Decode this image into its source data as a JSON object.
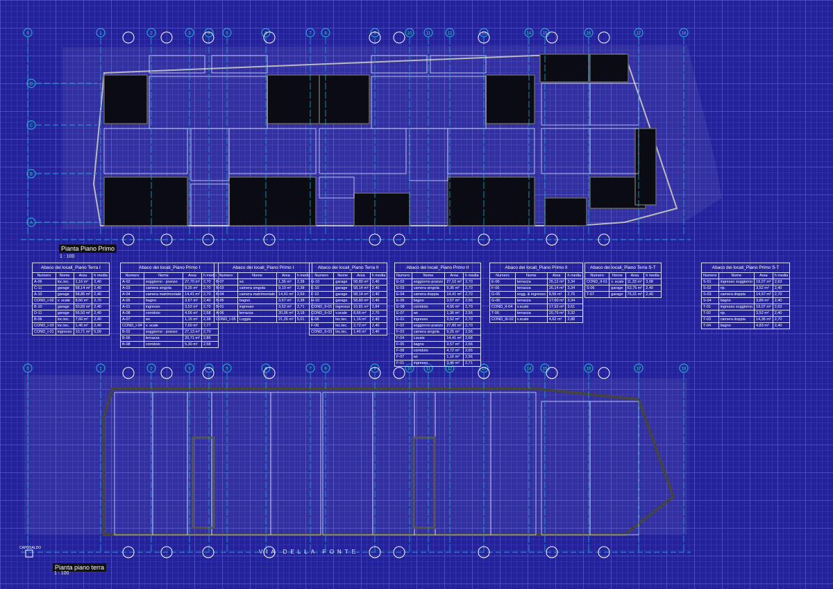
{
  "plans": [
    {
      "title": "Pianta Piano Primo",
      "scale": "1 : 100",
      "column_axes": [
        "0",
        "1",
        "2",
        "3",
        "4",
        "5",
        "6",
        "7",
        "8",
        "9",
        "10",
        "11",
        "12",
        "13",
        "14",
        "15",
        "16",
        "17",
        "18"
      ],
      "row_axes": [
        "A",
        "B",
        "C",
        "D"
      ]
    },
    {
      "title": "Pianta piano terra",
      "scale": "1 : 100",
      "column_axes": [
        "0",
        "1",
        "2",
        "3",
        "4",
        "5",
        "6",
        "7",
        "8",
        "9",
        "10",
        "11",
        "12",
        "13",
        "14",
        "15",
        "16",
        "17",
        "18"
      ],
      "street_label": "VIA DELLA FONTE",
      "benchmark_label": "CAPOSALDO"
    }
  ],
  "headers": [
    "Numero",
    "Nome",
    "Area",
    "h media"
  ],
  "tables": [
    {
      "title": "Abaco dei locali_Piano Terra I",
      "rows": [
        [
          "A-06",
          "loc.tec.",
          "1,16 m²",
          "2,40"
        ],
        [
          "C-11",
          "garage",
          "58,14 m²",
          "2,40"
        ],
        [
          "A-10",
          "garage",
          "58,86 m²",
          "2,40"
        ],
        [
          "COND_I-02",
          "v. scale",
          "8,66 m²",
          "2,70"
        ],
        [
          "B-10",
          "garage",
          "50,83 m²",
          "2,40"
        ],
        [
          "D-11",
          "garage",
          "56,50 m²",
          "2,40"
        ],
        [
          "B-06",
          "loc.tec.",
          "7,66 m²",
          "2,40"
        ],
        [
          "COND_I-03",
          "loc.tec.",
          "1,46 m²",
          "2,40"
        ],
        [
          "COND_I-01",
          "ingresso",
          "10,71 m²",
          "5,09"
        ]
      ]
    },
    {
      "title": "Abaco dei locali_Piano Primo I",
      "rows": [
        [
          "A-02",
          "soggiorno - pranzo",
          "27,70 m²",
          "2,70"
        ],
        [
          "A-03",
          "camera singola",
          "9,35 m²",
          "2,70"
        ],
        [
          "A-04",
          "camera matrimoniale",
          "14,41 m²",
          "2,70"
        ],
        [
          "A-05",
          "bagno",
          "3,57 m²",
          "2,40"
        ],
        [
          "A-01",
          "ingresso",
          "3,52 m²",
          "2,70"
        ],
        [
          "A-08",
          "corridoio",
          "4,56 m²",
          "2,58"
        ],
        [
          "A-07",
          "wc",
          "1,15 m²",
          "2,38"
        ],
        [
          "COND_I-04",
          "v. scale",
          "7,60 m²",
          "7,77"
        ],
        [
          "B-02",
          "soggiorno - pranzo",
          "27,13 m²",
          "2,70"
        ],
        [
          "B-06",
          "terrazza",
          "20,71 m²",
          "2,86"
        ],
        [
          "B-08",
          "corridoio",
          "5,30 m²",
          "2,58"
        ]
      ]
    },
    {
      "title": "Abaco dei locali_Piano Primo I",
      "rows": [
        [
          "B-07",
          "wc",
          "1,36 m²",
          "2,38"
        ],
        [
          "B-03",
          "camera singola",
          "9,10 m²",
          "2,38"
        ],
        [
          "B-04",
          "camera matrimoniale",
          "14,41 m²",
          "2,69"
        ],
        [
          "B-05",
          "bagno",
          "3,57 m²",
          "2,38"
        ],
        [
          "B-01",
          "ingresso",
          "3,52 m²",
          "2,71"
        ],
        [
          "A-06",
          "terrazza",
          "20,06 m²",
          "3,18"
        ],
        [
          "COND_I-05",
          "Loggia",
          "21,26 m²",
          "5,01"
        ]
      ]
    },
    {
      "title": "Abaco dei locali_Piano Terra II",
      "rows": [
        [
          "G-10",
          "garage",
          "58,80 m²",
          "2,40"
        ],
        [
          "E-10",
          "garage",
          "58,14 m²",
          "2,40"
        ],
        [
          "F-10",
          "garage",
          "58,14 m²",
          "2,40"
        ],
        [
          "H-10",
          "garage",
          "58,80 m²",
          "2,40"
        ],
        [
          "COND_II-01",
          "ingresso",
          "10,81 m²",
          "2,84"
        ],
        [
          "COND_II-02",
          "v.scale",
          "8,66 m²",
          "2,70"
        ],
        [
          "E-06",
          "loc.tec.",
          "1,16 m²",
          "2,40"
        ],
        [
          "F-06",
          "loc.tec.",
          "2,72 m²",
          "2,40"
        ],
        [
          "COND_II-03",
          "loc.tec.",
          "1,46 m²",
          "2,40"
        ]
      ]
    },
    {
      "title": "Abaco dei locali_Piano Primo II",
      "rows": [
        [
          "E-02",
          "soggiorno-pranzo",
          "27,10 m²",
          "2,70"
        ],
        [
          "E-03",
          "camera singola",
          "9,36 m²",
          "2,70"
        ],
        [
          "E-04",
          "camera doppia",
          "14,41 m²",
          "2,70"
        ],
        [
          "E-05",
          "bagno",
          "3,57 m²",
          "2,56"
        ],
        [
          "E-08",
          "corridoio",
          "4,56 m²",
          "2,70"
        ],
        [
          "E-07",
          "wc",
          "1,36 m²",
          "2,56"
        ],
        [
          "E-01",
          "ingresso",
          "3,52 m²",
          "2,70"
        ],
        [
          "F-02",
          "soggiorno-pranzo",
          "27,80 m²",
          "2,70"
        ],
        [
          "F-03",
          "camera singola",
          "9,25 m²",
          "2,56"
        ],
        [
          "F-04",
          "Locale",
          "14,41 m²",
          "2,68"
        ],
        [
          "F-05",
          "bagno",
          "3,57 m²",
          "2,56"
        ],
        [
          "F-08",
          "corridoio",
          "4,72 m²",
          "2,65"
        ],
        [
          "F-07",
          "wc",
          "1,16 m²",
          "2,56"
        ],
        [
          "F-01",
          "ingresso",
          "3,46 m²",
          "2,71"
        ]
      ]
    },
    {
      "title": "Abaco dei locali_Piano Primo II",
      "rows": [
        [
          "E-06",
          "terrazza",
          "26,12 m²",
          "3,34"
        ],
        [
          "F-06",
          "terrazza",
          "26,14 m²",
          "3,34"
        ],
        [
          "G-05",
          "sogg. & ingresso",
          "8,56 m²",
          "2,75"
        ],
        [
          "G-06",
          "terrazza",
          "17,60 m²",
          "3,34"
        ],
        [
          "COND_II-04",
          "v.scale",
          "17,92 m²",
          "3,61"
        ],
        [
          "T-06",
          "terrazza",
          "20,79 m²",
          "3,32"
        ],
        [
          "COND_III-02",
          "v.scale",
          "4,62 m²",
          "2,88"
        ]
      ]
    },
    {
      "title": "Abaco dei locali_Piano Terra S-T",
      "rows": [
        [
          "COND_II-01",
          "v. scale",
          "11,33 m²",
          "3,08"
        ],
        [
          "S-06",
          "garage",
          "63,75 m²",
          "2,40"
        ],
        [
          "T-07",
          "garage",
          "75,31 m²",
          "2,40"
        ]
      ]
    },
    {
      "title": "Abaco dei locali_Piano Primo S-T",
      "rows": [
        [
          "S-01",
          "ingresso soggiorno",
          "19,07 m²",
          "2,63"
        ],
        [
          "S-02",
          "rip.",
          "3,52 m²",
          "2,40"
        ],
        [
          "S-03",
          "camera doppia",
          "14,67 m²",
          "2,70"
        ],
        [
          "S-04",
          "bagno",
          "3,86 m²",
          "2,40"
        ],
        [
          "T-01",
          "ingresso soggiorno",
          "19,07 m²",
          "2,63"
        ],
        [
          "T-02",
          "rip.",
          "3,52 m²",
          "2,40"
        ],
        [
          "T-03",
          "camera doppia",
          "14,36 m²",
          "2,70"
        ],
        [
          "T-04",
          "bagno",
          "4,83 m²",
          "2,40"
        ]
      ]
    }
  ]
}
